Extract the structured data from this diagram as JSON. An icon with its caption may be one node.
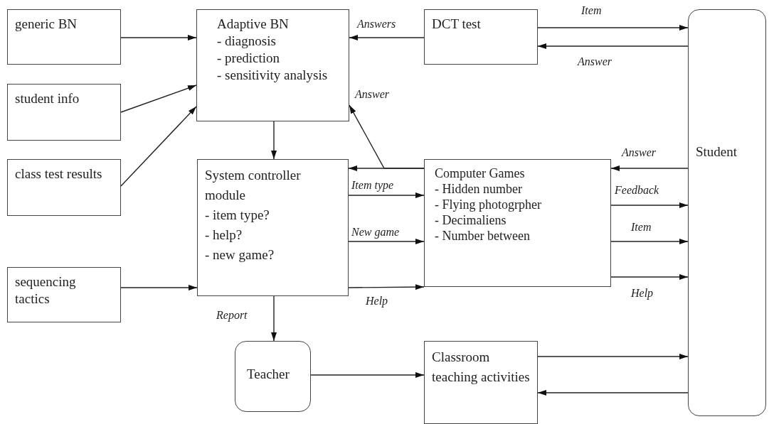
{
  "diagram": {
    "nodes": [
      {
        "text": [
          "generic BN"
        ]
      },
      {
        "text": [
          "student info"
        ]
      },
      {
        "text": [
          "class test results"
        ]
      },
      {
        "text": [
          "sequencing tactics"
        ]
      },
      {
        "text": [
          "Adaptive BN",
          "- diagnosis",
          "- prediction",
          "- sensitivity analysis"
        ]
      },
      {
        "text": [
          "DCT test"
        ]
      },
      {
        "text": [
          "Student"
        ]
      },
      {
        "text": [
          "System controller module",
          "- item type?",
          "- help?",
          "- new game?"
        ]
      },
      {
        "text": [
          "Computer Games",
          "- Hidden number",
          "- Flying photogrpher",
          "- Decimaliens",
          "- Number between"
        ]
      },
      {
        "text": [
          "Teacher"
        ]
      },
      {
        "text": [
          "Classroom teaching activities"
        ]
      }
    ],
    "edges": [
      {
        "from": 0,
        "to": 4,
        "arrow": "to"
      },
      {
        "from": 1,
        "to": 4,
        "arrow": "to"
      },
      {
        "from": 2,
        "to": 4,
        "arrow": "to"
      },
      {
        "from": 3,
        "to": 7,
        "arrow": "to"
      },
      {
        "from": 5,
        "to": 4,
        "arrow": "to",
        "label": "Answers"
      },
      {
        "from": 5,
        "to": 6,
        "arrow": "to",
        "label": "Item"
      },
      {
        "from": 6,
        "to": 5,
        "arrow": "to",
        "label": "Answer"
      },
      {
        "from": 4,
        "to": 7,
        "arrow": "to"
      },
      {
        "from": 8,
        "to": 7,
        "arrow": "to"
      },
      {
        "from": 8,
        "to": 4,
        "arrow": "to",
        "label": "Answer"
      },
      {
        "from": 7,
        "to": 8,
        "arrow": "to",
        "label": "Item type"
      },
      {
        "from": 7,
        "to": 8,
        "arrow": "to",
        "label": "New game"
      },
      {
        "from": 7,
        "to": 8,
        "arrow": "to",
        "label": "Help"
      },
      {
        "from": 6,
        "to": 8,
        "arrow": "to",
        "label": "Answer"
      },
      {
        "from": 8,
        "to": 6,
        "arrow": "to",
        "label": "Feedback"
      },
      {
        "from": 8,
        "to": 6,
        "arrow": "to",
        "label": "Item"
      },
      {
        "from": 8,
        "to": 6,
        "arrow": "to",
        "label": "Help"
      },
      {
        "from": 7,
        "to": 9,
        "arrow": "to",
        "label": "Report"
      },
      {
        "from": 9,
        "to": 10,
        "arrow": "to"
      },
      {
        "from": 10,
        "to": 6,
        "arrow": "to"
      },
      {
        "from": 6,
        "to": 10,
        "arrow": "to"
      }
    ]
  }
}
